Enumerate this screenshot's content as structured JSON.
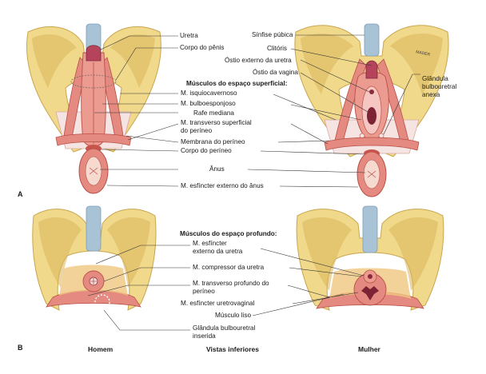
{
  "panels": {
    "a": "A",
    "b": "B"
  },
  "captions": {
    "male": "Homem",
    "views": "Vistas inferiores",
    "female": "Mulher"
  },
  "signature": "MADER",
  "a_center_labels": {
    "uretra": "Uretra",
    "corpo_penis": "Corpo do pênis",
    "superficial_heading": "Músculos do espaço superficial:",
    "isquiocavernoso": "M. isquiocavernoso",
    "bulboesponjoso": "M. bulboesponjoso",
    "rafe": "Rafe mediana",
    "transverso_sup_1": "M. transverso superficial",
    "transverso_sup_2": "do períneo",
    "membrana": "Membrana do períneo",
    "corpo_perineo": "Corpo do períneo",
    "anus": "Ânus",
    "esfincter_anus": "M. esfíncter externo do ânus"
  },
  "a_female_labels": {
    "sinfise": "Sínfise púbica",
    "clitoris": "Clitóris",
    "ostio_uretra": "Óstio externo da uretra",
    "ostio_vagina": "Óstio da vagina",
    "glandula_1": "Glândula",
    "glandula_2": "bulbouretral",
    "glandula_3": "anexa"
  },
  "b_labels": {
    "profundo_heading": "Músculos do espaço profundo:",
    "esfincter_uretra_1": "M. esfíncter",
    "esfincter_uretra_2": "externo da uretra",
    "compressor": "M. compressor da uretra",
    "transverso_prof_1": "M. transverso profundo do",
    "transverso_prof_2": "períneo",
    "uretrovaginal": "M. esfíncter uretrovaginal",
    "liso": "Músculo liso",
    "glandula_ins_1": "Glândula bulbouretral",
    "glandula_ins_2": "inserida"
  },
  "colors": {
    "bone": "#f1d98c",
    "bone_dark": "#d9b55a",
    "muscle": "#e58a80",
    "muscle_dark": "#c8554c",
    "membrane": "#f6e4e2",
    "cartilage": "#a9c3d6",
    "leader": "#333333"
  }
}
